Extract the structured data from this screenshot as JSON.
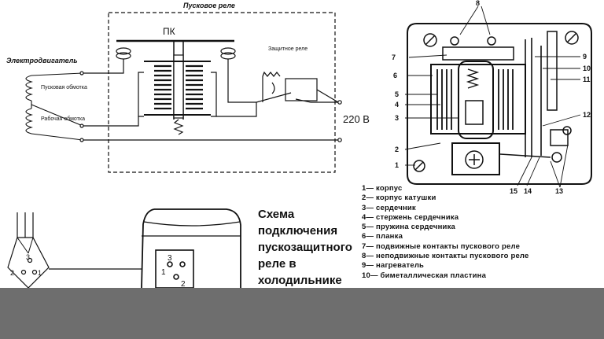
{
  "top_relay": {
    "title": "Пусковое реле",
    "coil_label": "ПК",
    "motor_label": "Электродвигатель",
    "start_winding_label": "Пусковая обмотка",
    "run_winding_label": "Рабочая обмотка",
    "protect_relay_label": "Защитное реле",
    "voltage_label": "220 В"
  },
  "relay_photo": {
    "callouts": [
      "8",
      "7",
      "6",
      "5",
      "4",
      "3",
      "2",
      "1",
      "9",
      "10",
      "11",
      "12",
      "15",
      "14",
      "13"
    ]
  },
  "legend": {
    "items": [
      "1— корпус",
      "2— корпус катушки",
      "3— сердечник",
      "4— стержень сердечника",
      "5— пружина сердечника",
      "6— планка",
      "7— подвижные контакты пускового реле",
      "8— неподвижные контакты пускового реле",
      "9— нагреватель",
      "10— биметаллическая пластина"
    ]
  },
  "caption": {
    "lines": [
      "Схема",
      "подключения",
      "пускозащитного",
      "реле в",
      "холодильнике"
    ]
  },
  "bottom_schematic": {
    "terminal_labels": [
      "1",
      "2",
      "3"
    ]
  }
}
